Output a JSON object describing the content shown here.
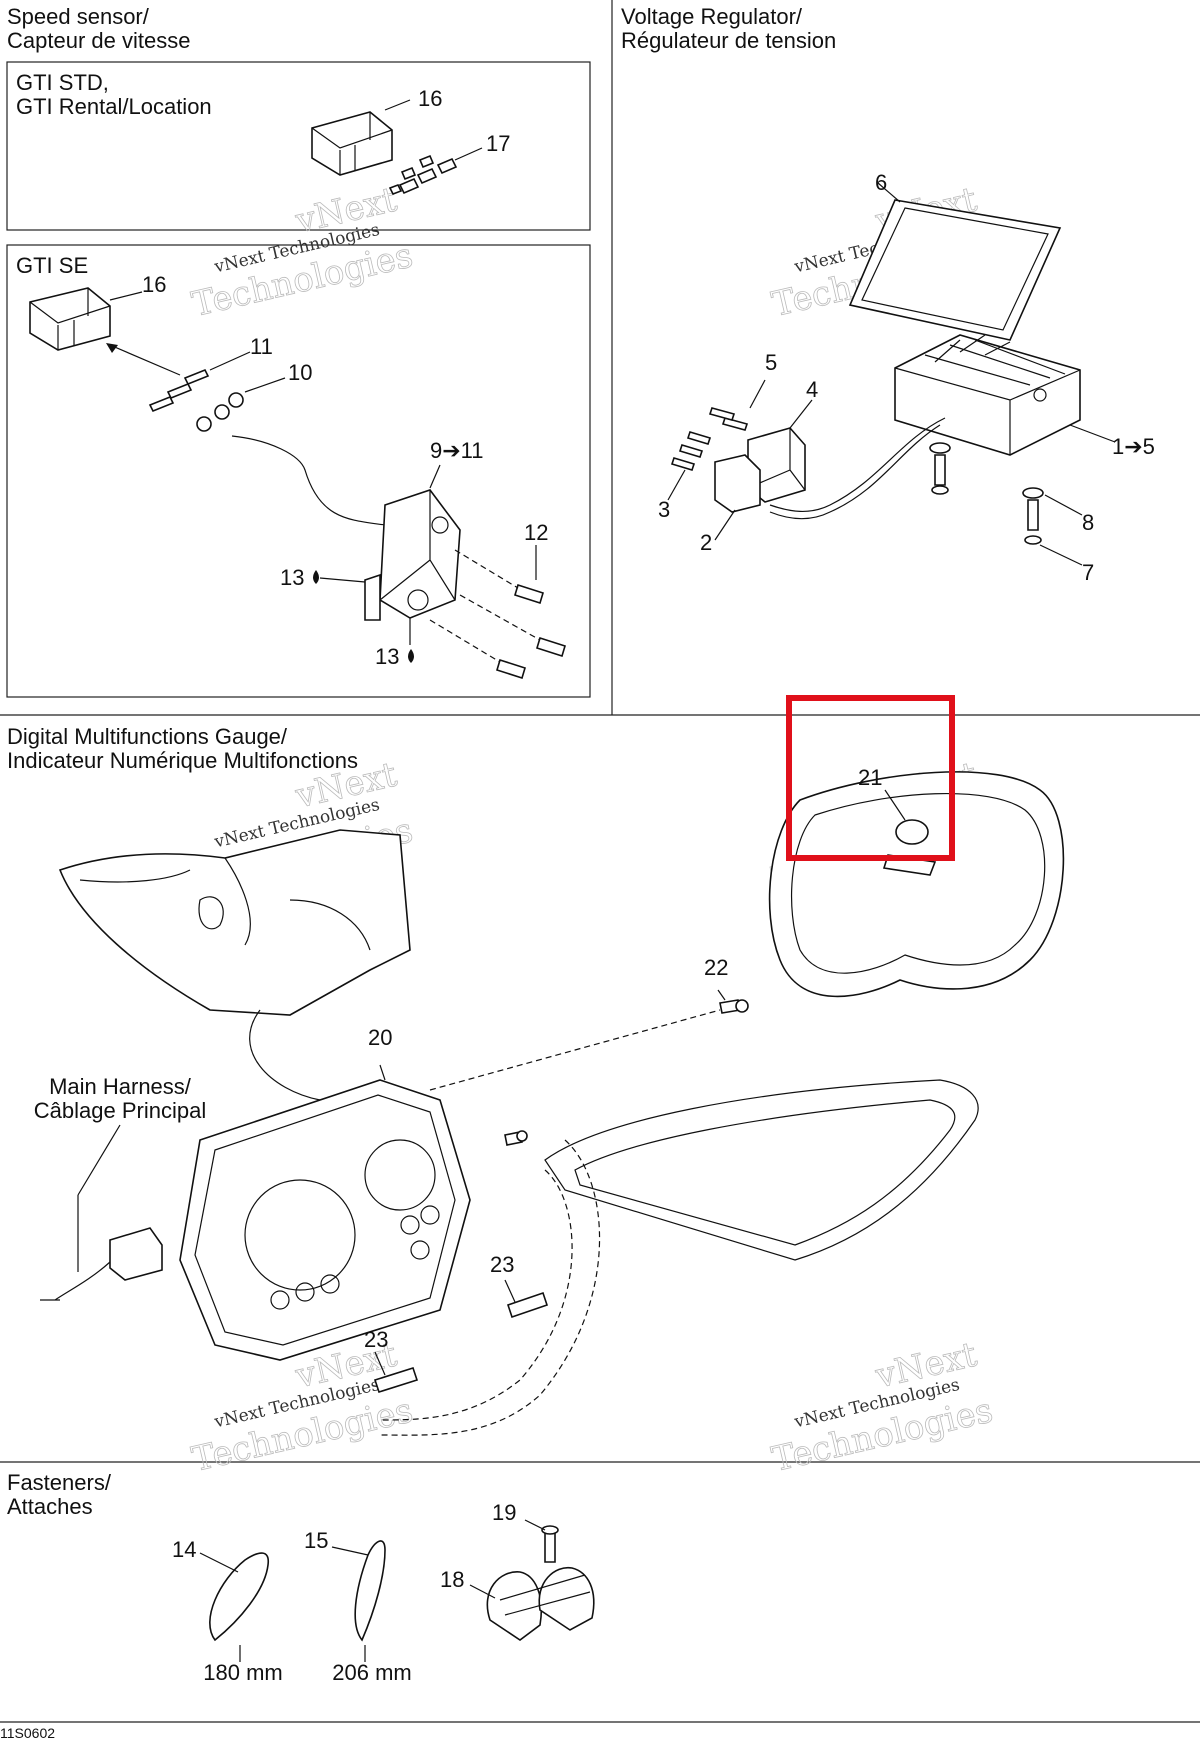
{
  "sections": {
    "speed_sensor": {
      "title_en": "Speed sensor/",
      "title_fr": "Capteur de vitesse"
    },
    "gti_std": {
      "line1": "GTI STD,",
      "line2": "GTI Rental/Location"
    },
    "gti_se": {
      "title": "GTI SE"
    },
    "voltage_regulator": {
      "title_en": "Voltage Regulator/",
      "title_fr": "Régulateur de tension"
    },
    "gauge": {
      "title_en": "Digital Multifunctions Gauge/",
      "title_fr": "Indicateur Numérique Multifonctions"
    },
    "harness": {
      "line1": "Main Harness/",
      "line2": "Câblage Principal"
    },
    "fasteners": {
      "title_en": "Fasteners/",
      "title_fr": "Attaches"
    }
  },
  "callouts": {
    "c16a": "16",
    "c17": "17",
    "c16b": "16",
    "c11": "11",
    "c10": "10",
    "c9_11": "9➔11",
    "c12": "12",
    "c13a": "13",
    "c13b": "13",
    "c6": "6",
    "c5": "5",
    "c4": "4",
    "c3": "3",
    "c2": "2",
    "c1_5": "1➔5",
    "c8": "8",
    "c7": "7",
    "c21": "21",
    "c22": "22",
    "c20": "20",
    "c23a": "23",
    "c23b": "23",
    "c14": "14",
    "c15": "15",
    "c19": "19",
    "c18": "18"
  },
  "dimensions": {
    "d14": "180 mm",
    "d15": "206 mm"
  },
  "watermark": {
    "line1": "vNext",
    "line2": "vNext Technologies",
    "line3": "Technologies"
  },
  "figure_code": "11S0602",
  "highlight": {
    "color": "#e0101a",
    "target": "21"
  }
}
